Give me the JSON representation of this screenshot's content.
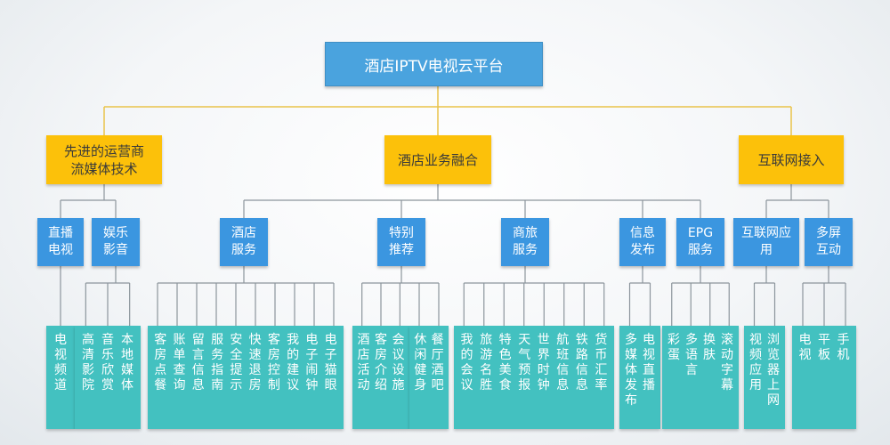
{
  "root": {
    "label": "酒店IPTV电视云平台"
  },
  "colors": {
    "root": "#4aa3de",
    "level1": "#fcc10a",
    "level2": "#3b96e0",
    "level3": "#43c1c0",
    "connector_top": "#e9c34a",
    "connector_bottom": "#8c959c"
  },
  "level1": [
    {
      "label": "先进的运营商\n流媒体技术"
    },
    {
      "label": "酒店业务融合"
    },
    {
      "label": "互联网接入"
    }
  ],
  "level2": [
    {
      "label": "直播\n电视",
      "parent": 0,
      "leaves": [
        [
          "电视频道"
        ]
      ]
    },
    {
      "label": "娱乐\n影音",
      "parent": 0,
      "leaves": [
        [
          "高清影院",
          "音乐欣赏",
          "本地媒体"
        ]
      ]
    },
    {
      "label": "酒店\n服务",
      "parent": 1,
      "leaves": [
        [
          "客房点餐",
          "账单查询",
          "留言信息",
          "服务指南",
          "安全提示",
          "快速退房",
          "客房控制",
          "我的建议",
          "电子闹钟",
          "电子猫眼"
        ]
      ]
    },
    {
      "label": "特别\n推荐",
      "parent": 1,
      "leaves": [
        [
          "酒店活动",
          "客房介绍",
          "会议设施"
        ],
        [
          "休闲健身",
          "餐厅酒吧"
        ]
      ]
    },
    {
      "label": "商旅\n服务",
      "parent": 1,
      "leaves": [
        [
          "我的会议",
          "旅游名胜",
          "特色美食",
          "天气预报",
          "世界时钟",
          "航班信息",
          "铁路信息",
          "货币汇率"
        ]
      ]
    },
    {
      "label": "信息\n发布",
      "parent": 1,
      "leaves": [
        [
          "多媒体发布",
          "电视直播"
        ]
      ]
    },
    {
      "label": "EPG\n服务",
      "parent": 1,
      "leaves": [
        [
          "彩蛋",
          "多语言",
          "换肤",
          "滚动字幕"
        ]
      ]
    },
    {
      "label": "互联网应\n用",
      "parent": 2,
      "leaves": [
        [
          "视频应用",
          "浏览器上网"
        ]
      ]
    },
    {
      "label": "多屏\n互动",
      "parent": 2,
      "leaves": [
        [
          "电视",
          "平板",
          "手机"
        ]
      ]
    }
  ]
}
